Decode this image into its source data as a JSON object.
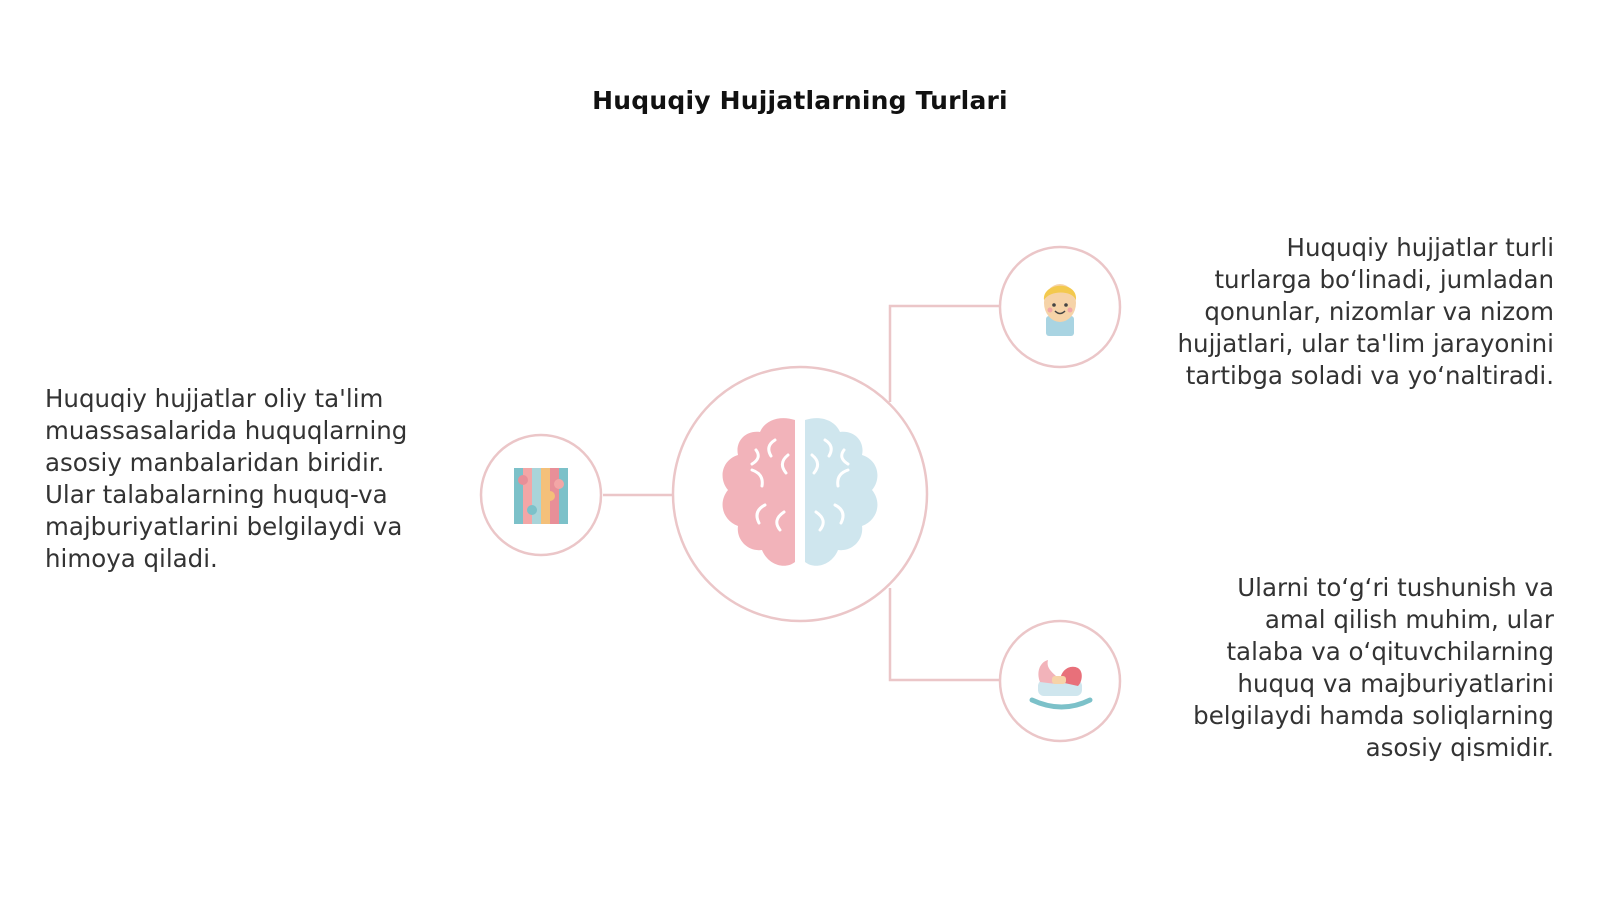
{
  "slide": {
    "title": "Huquqiy Hujjatlarning Turlari"
  },
  "colors": {
    "accent": "#ebc6c8",
    "text": "#333333",
    "title": "#111111",
    "brain_left": "#f2b3ba",
    "brain_right": "#cfe6ee"
  },
  "blocks": {
    "left": {
      "lines": [
        "Huquqiy hujjatlar oliy ta'lim",
        "muassasalarida huquqlarning",
        "asosiy manbalaridan biridir.",
        "Ular talabalarning huquq-va",
        "majburiyatlarini belgilaydi va",
        "himoya qiladi."
      ]
    },
    "right_top": {
      "lines": [
        "Huquqiy hujjatlar turli",
        "turlarga bo‘linadi, jumladan",
        "qonunlar, nizomlar va nizom",
        "hujjatlari, ular ta'lim jarayonini",
        "tartibga soladi va yo‘naltiradi."
      ]
    },
    "right_bottom": {
      "lines": [
        "Ularni to‘g‘ri tushunish va",
        "amal qilish muhim, ular",
        "talaba va o‘qituvchilarning",
        "huquq va majburiyatlarini",
        "belgilaydi hamda soliqlarning",
        "asosiy qismidir."
      ]
    }
  },
  "icons": {
    "center": "brain-icon",
    "left": "puzzle-icon",
    "right_top": "child-face-icon",
    "right_bottom": "rocking-horse-icon"
  }
}
